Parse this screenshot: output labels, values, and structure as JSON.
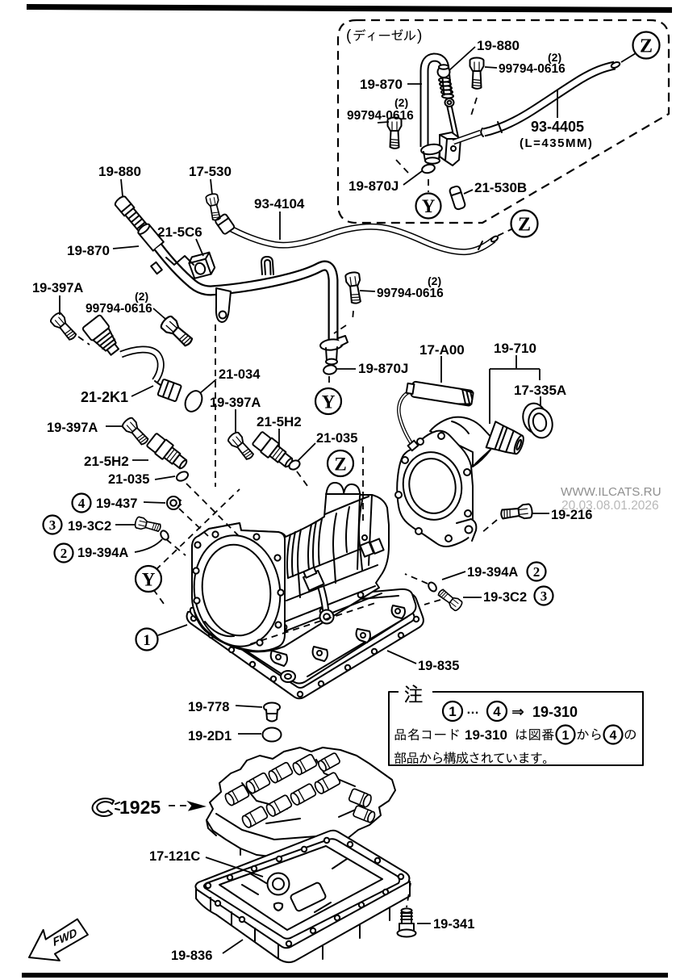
{
  "page": {
    "background": "#ffffff",
    "ink_color": "#000000",
    "watermark": {
      "line1": "WWW.ILCATS.RU",
      "line2": "20.03.08.01.2026",
      "color1": "#8f8f8f",
      "color2": "#b8b8b8"
    },
    "fwd_arrow": "FWD"
  },
  "inset": {
    "caption": "(ディーゼル)",
    "labels": {
      "dipstick_cap": "19-880",
      "bolt_qty_a": "(2)",
      "bolt_a": "99794-0616",
      "dipstick_tube": "19-870",
      "bolt_qty_b": "(2)",
      "bolt_b": "99794-0616",
      "hose": "93-4405",
      "hose_length": "(L=435MM)",
      "plug": "19-870J",
      "cap": "21-530B"
    },
    "markers": {
      "y": "Y",
      "z_top": "Z"
    }
  },
  "main": {
    "labels": {
      "dipstick_cap": "19-880",
      "pipe_bolt": "17-530",
      "oil_pipe": "93-4104",
      "clamp": "21-5C6",
      "dipstick_tube": "19-870",
      "sensor_bolt_1": "19-397A",
      "case_bolt_qty": "(2)",
      "case_bolt": "99794-0616",
      "case_bolt_qty_b": "(2)",
      "case_bolt_b": "99794-0616",
      "revolution_sensor": "21-2K1",
      "oring_2k1": "21-034",
      "sensor_bolt_2": "19-397A",
      "speed_sensor_r": "21-5H2",
      "oring_r": "21-035",
      "sensor_bolt_3": "19-397A",
      "speed_sensor_l": "21-5H2",
      "oring_l": "21-035",
      "washer": "19-437",
      "plug_bolt_l": "19-3C2",
      "seal_l": "19-394A",
      "plug": "19-870J",
      "speedo_driven_gear": "17-A00",
      "extension_housing": "19-710",
      "oil_seal": "17-335A",
      "housing_bolt": "19-216",
      "seal_r": "19-394A",
      "plug_bolt_r": "19-3C2",
      "pan_gasket": "19-835",
      "drain_plug": "19-778",
      "oring_drain": "19-2D1",
      "valve_body_ref": "1925",
      "oil_strainer": "17-121C",
      "drain_bolt": "19-341",
      "oil_pan": "19-836"
    },
    "markers": {
      "y_right": "Y",
      "z_mid": "Z",
      "z_pipe": "Z",
      "y_left": "Y",
      "one": "1",
      "two_l": "2",
      "three_l": "3",
      "four_l": "4",
      "two_r": "2",
      "three_r": "3"
    }
  },
  "note": {
    "title": "注",
    "formula": {
      "from": "1",
      "dots": "…",
      "to": "4",
      "arrow": "⇒",
      "result": "19-310"
    },
    "body1_pre": "品名コード",
    "body1_code": "19-310",
    "body1_mid": "は図番",
    "body1_from": "1",
    "body1_kara": "から",
    "body1_to": "4",
    "body1_post": "の",
    "body2": "部品から構成されています。"
  }
}
